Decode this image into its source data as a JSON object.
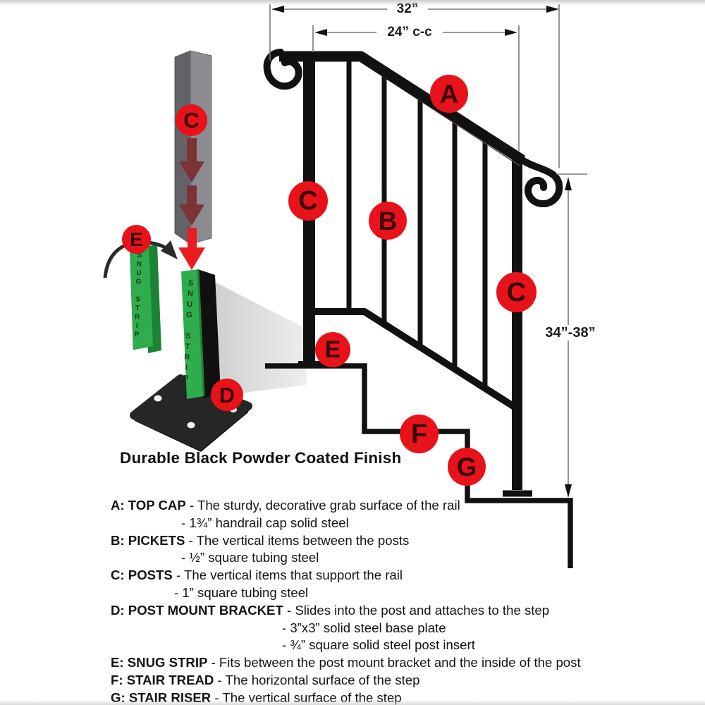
{
  "dimensions": {
    "overall_width": "32”",
    "post_center_spacing": "24” c-c",
    "install_height": "34”-38”"
  },
  "markers": {
    "a": "A",
    "b": "B",
    "c": "C",
    "d": "D",
    "e": "E",
    "f": "F",
    "g": "G"
  },
  "inset": {
    "strip_text": "SNUG STRIP",
    "bracket_strip_text": "SNUG STRIP"
  },
  "caption": "Durable Black Powder Coated Finish",
  "legend": {
    "items": [
      {
        "label": "A: TOP CAP",
        "desc": "- The sturdy, decorative grab surface of the rail",
        "subs": [
          "- 1¾” handrail cap solid steel"
        ]
      },
      {
        "label": "B: PICKETS",
        "desc": "- The vertical items between the posts",
        "subs": [
          "- ½” square tubing steel"
        ]
      },
      {
        "label": "C: POSTS",
        "desc": "- The vertical items that support the rail",
        "subs": [
          "- 1” square tubing steel"
        ]
      },
      {
        "label": "D: POST MOUNT BRACKET",
        "desc": "- Slides into the post and attaches to the step",
        "subs": [
          "- 3”x3” solid steel base plate",
          "- ¾” square solid steel post insert"
        ]
      },
      {
        "label": "E: SNUG STRIP",
        "desc": "- Fits between the post mount bracket and the inside of the post",
        "subs": []
      },
      {
        "label": "F: STAIR TREAD",
        "desc": "- The horizontal surface of the step",
        "subs": []
      },
      {
        "label": "G: STAIR RISER",
        "desc": "- The vertical surface of the step",
        "subs": []
      }
    ]
  },
  "colors": {
    "marker_red": "#e8121a",
    "marker_letter": "#3a0606",
    "strip_green": "#2fad4c",
    "steel_black": "#111111",
    "dim_gray": "#7a7a7a"
  }
}
